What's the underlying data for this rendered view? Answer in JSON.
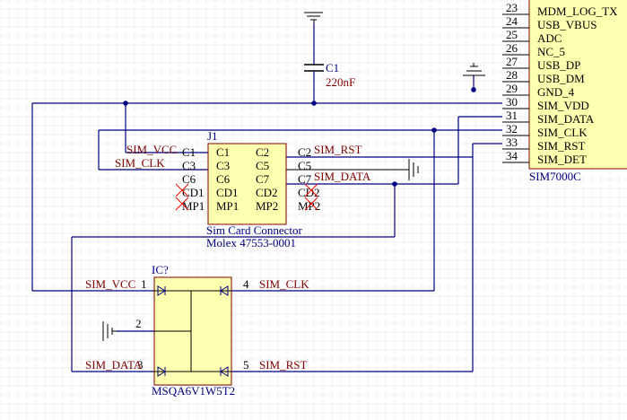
{
  "sim7000c": {
    "designator": "SIM7000C",
    "pins": [
      {
        "num": "23",
        "name": "MDM_LOG_TX"
      },
      {
        "num": "24",
        "name": "USB_VBUS"
      },
      {
        "num": "25",
        "name": "ADC"
      },
      {
        "num": "26",
        "name": "NC_5"
      },
      {
        "num": "27",
        "name": "USB_DP"
      },
      {
        "num": "28",
        "name": "USB_DM"
      },
      {
        "num": "29",
        "name": "GND_4"
      },
      {
        "num": "30",
        "name": "SIM_VDD"
      },
      {
        "num": "31",
        "name": "SIM_DATA"
      },
      {
        "num": "32",
        "name": "SIM_CLK"
      },
      {
        "num": "33",
        "name": "SIM_RST"
      },
      {
        "num": "34",
        "name": "SIM_DET"
      }
    ]
  },
  "c1": {
    "designator": "C1",
    "value": "220nF"
  },
  "j1": {
    "designator": "J1",
    "comment": "Sim Card Connector",
    "part": "Molex  47553-0001",
    "left_pins": [
      "C1",
      "C3",
      "C6",
      "CD1",
      "MP1"
    ],
    "right_pins": [
      "C2",
      "C5",
      "C7",
      "CD2",
      "MP2"
    ]
  },
  "ic": {
    "designator": "IC?",
    "part": "MSQA6V1W5T2",
    "pin_numbers": [
      "1",
      "2",
      "3",
      "4",
      "5"
    ]
  },
  "nets": {
    "sim_vcc": "SIM_VCC",
    "sim_clk": "SIM_CLK",
    "sim_rst": "SIM_RST",
    "sim_data": "SIM_DATA"
  }
}
